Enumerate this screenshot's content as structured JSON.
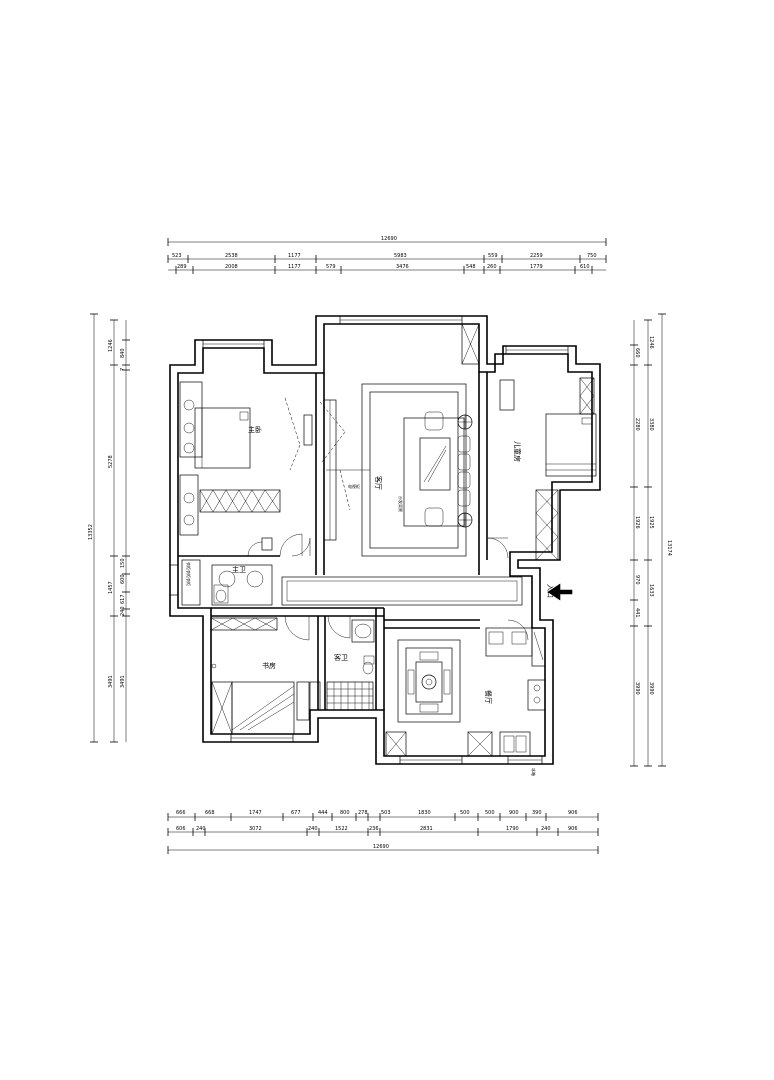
{
  "dimensions": {
    "top_total": "12690",
    "top_row1": [
      "523",
      "2538",
      "1177",
      "5983",
      "559",
      "2259",
      "750"
    ],
    "top_row2": [
      "289",
      "2008",
      "1177",
      "579",
      "3476",
      "548",
      "260",
      "1779",
      "610"
    ],
    "bottom_row1": [
      "666",
      "668",
      "1747",
      "677",
      "444",
      "800",
      "278",
      "503",
      "1830",
      "500",
      "500",
      "900",
      "390",
      "906"
    ],
    "bottom_row2": [
      "606",
      "240",
      "3072",
      "240",
      "1522",
      "236",
      "2831",
      "1790",
      "240",
      "906"
    ],
    "bottom_total": "12690",
    "left_total": "13352",
    "left_row1": [
      "1246",
      "5278",
      "1457",
      "3491"
    ],
    "left_row2": [
      "840",
      "7",
      "150",
      "600",
      "617",
      "240",
      "3491"
    ],
    "right_total": "13174",
    "right_row1": [
      "1246",
      "3380",
      "1925",
      "1633",
      "3990"
    ],
    "right_row2": [
      "660",
      "2280",
      "1926",
      "970",
      "441",
      "3990"
    ]
  },
  "rooms": {
    "master_bedroom": "主卧",
    "master_bath": "主卫",
    "living_room": "客厅",
    "second_bedroom": "儿童房",
    "study": "书房",
    "guest_bath": "客卫",
    "dining": "餐厅",
    "entrance": "入口"
  },
  "annotations": {
    "wardrobe_label": "衣柜衣柜衣柜",
    "tv_label": "电视柜",
    "sofa_label": "沙发背景",
    "fridge_label": "冰箱"
  }
}
